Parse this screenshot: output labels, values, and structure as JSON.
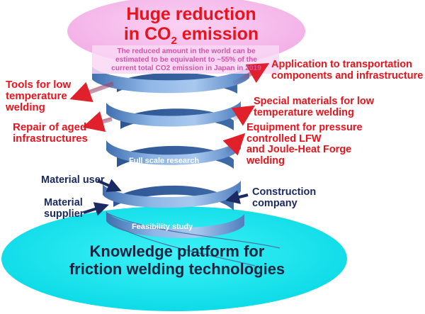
{
  "top_goal": {
    "title_line1": "Huge reduction",
    "title_line2_pre": "in CO",
    "title_line2_sub": "2",
    "title_line2_post": " emission",
    "note_line1": "The reduced amount in the world can be",
    "note_line2": "estimated to be equivalent to ~55% of  the",
    "note_line3": "current total CO2 emission in Japan in 2019"
  },
  "outputs_left": {
    "tools": [
      "Tools for low",
      "temperature",
      "welding"
    ],
    "repair": [
      "Repair of aged",
      "infrastructures"
    ]
  },
  "outputs_right": {
    "application": [
      "Application to transportation",
      "components and infrastructure"
    ],
    "special": [
      "Special materials for low",
      "temperature welding"
    ],
    "equipment": [
      "Equipment for pressure",
      "controlled LFW",
      "and Joule-Heat Forge",
      "welding"
    ]
  },
  "stakeholders": {
    "material_user": "Material user",
    "material_supplier": [
      "Material",
      "supplier"
    ],
    "construction_company": [
      "Construction",
      "company"
    ]
  },
  "stages": {
    "full_scale": "Full scale research",
    "feasibility": "Feasibility study"
  },
  "platform": {
    "line1": "Knowledge platform for",
    "line2": "friction welding technologies"
  },
  "colors": {
    "top_ellipse": "#f4b6ea",
    "bottom_ellipse": "#11e4ee",
    "spiral": "#6e9dd6",
    "red_text": "#e8141d",
    "navy_text": "#1b2a63"
  }
}
